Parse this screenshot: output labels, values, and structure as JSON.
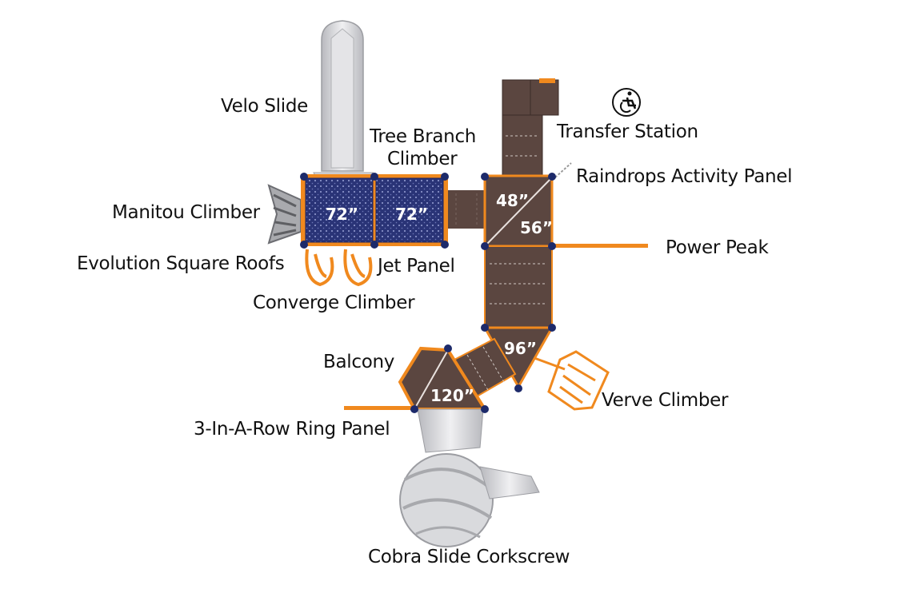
{
  "labels": {
    "velo_slide": "Velo Slide",
    "tree_branch_climber_1": "Tree Branch",
    "tree_branch_climber_2": "Climber",
    "transfer_station": "Transfer Station",
    "raindrops_activity_panel": "Raindrops Activity Panel",
    "manitou_climber": "Manitou Climber",
    "power_peak": "Power Peak",
    "evolution_square_roofs": "Evolution Square Roofs",
    "jet_panel": "Jet Panel",
    "converge_climber": "Converge Climber",
    "balcony": "Balcony",
    "verve_climber": "Verve Climber",
    "ring_panel": "3-In-A-Row Ring Panel",
    "cobra_slide": "Cobra Slide Corkscrew"
  },
  "decks": {
    "roof_left": "72”",
    "roof_right": "72”",
    "deck_upper": "48”",
    "deck_lower": "56”",
    "deck_tri": "96”",
    "deck_balcony": "120”"
  },
  "colors": {
    "deck": "#5b4640",
    "deck_dark": "#4a3833",
    "orange": "#f0891e",
    "roof": "#2c3a7a",
    "slide": "#cfd0d4",
    "post": "#1d2a6a"
  },
  "icons": {
    "accessibility": "wheelchair-icon"
  }
}
